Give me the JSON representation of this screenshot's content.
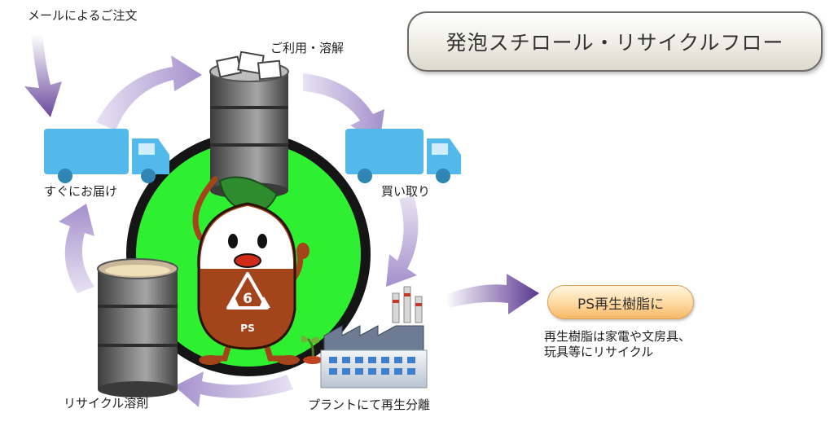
{
  "title": "発泡スチロール・リサイクルフロー",
  "steps": {
    "order": "メールによるご注文",
    "use": "ご利用・溶解",
    "buy": "買い取り",
    "plant": "プラントにて再生分離",
    "solvent": "リサイクル溶剤",
    "deliver": "すぐにお届け"
  },
  "result": {
    "pill": "PS再生樹脂に",
    "desc_line1": "再生樹脂は家電や文房具、",
    "desc_line2": "玩具等にリサイクル"
  },
  "mascot": {
    "number": "6",
    "code": "PS"
  },
  "colors": {
    "arrow": "#b9a8d6",
    "arrow_dark": "#5e3a95",
    "circle": "#2ff030",
    "truck": "#53b8ea",
    "barrel": "#6e6e6e",
    "mascot_body": "#a3441a"
  }
}
